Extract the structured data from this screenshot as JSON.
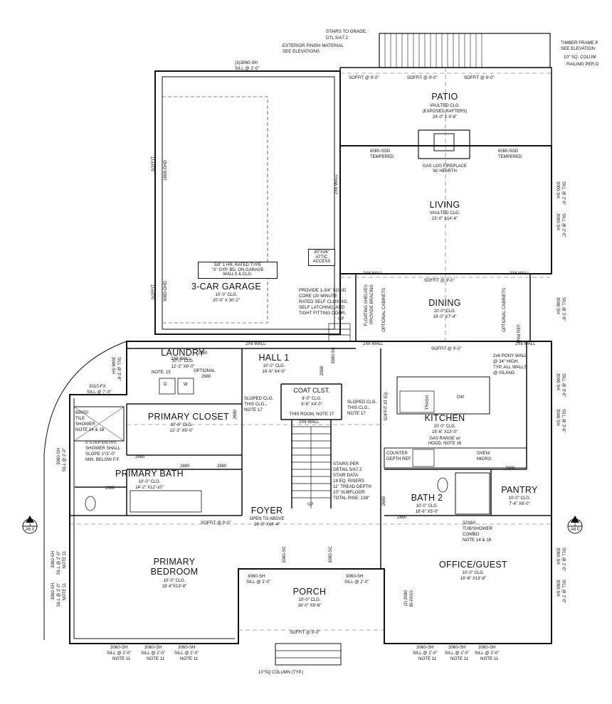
{
  "top_notes": {
    "stairs_to_grade": "STAIRS TO GRADE,",
    "stairs_dtl": "DTL 5/A7.2",
    "exterior_finish": "EXTERIOR FINISH MATERIAL",
    "see_elevations": "SEE ELEVATIONS",
    "timber_frame": "TIMBER FRAME P",
    "see_elevation": "SEE ELEVATION",
    "sq_column": "10\" SQ. COLUM",
    "railing": "RAILING PER D",
    "window_top": "(3)3060-SH",
    "sill_top": "SILL @ 2'-0\""
  },
  "rooms": {
    "patio": {
      "name": "PATIO",
      "d1": "VAULTED CLG.",
      "d2": "(EXPOSED RAFTERS)",
      "d3": "24'-0\" X 9'-8\""
    },
    "living": {
      "name": "LIVING",
      "d1": "VAULTED CLG.",
      "d2": "23'-0\" X14'-4\""
    },
    "garage": {
      "name": "3-CAR GARAGE",
      "d1": "10'-0\" CLG.",
      "d2": "20'-0\" X 30'-2\""
    },
    "dining": {
      "name": "DINING",
      "d1": "10'-0\" CLG.",
      "d2": "19'-0\" X7'-4\""
    },
    "laundry": {
      "name": "LAUNDRY",
      "d1": "10'-0\" CLG.",
      "d2": "12'-3\" X8'-0\""
    },
    "hall1": {
      "name": "HALL 1",
      "d1": "10'-0\" CLG.",
      "d2": "16'-6\" X4'-0\""
    },
    "coat": {
      "name": "COAT CLST.",
      "d1": "8'-0\" CLG.",
      "d2": "6'-8\" X4'-0\"",
      "d3": "THIS ROOM, NOTE 17"
    },
    "kitchen": {
      "name": "KITCHEN",
      "d1": "10'-0\" CLG.",
      "d2": "18'-6\" X13'-0\""
    },
    "primary_closet": {
      "name": "PRIMARY CLOSET",
      "d1": "10'-0\" CLG.",
      "d2": "12'-3\" X6'-0\""
    },
    "primary_bath": {
      "name": "PRIMARY BATH",
      "d1": "10'-0\" CLG.",
      "d2": "14'-2\" X12'-10\""
    },
    "pantry": {
      "name": "PANTRY",
      "d1": "10'-0\" CLG.",
      "d2": "7'-4\" X6'-0\""
    },
    "bath2": {
      "name": "BATH 2",
      "d1": "10'-0\" CLG.",
      "d2": "18'-6\" X5'-0\""
    },
    "foyer": {
      "name": "FOYER",
      "d1": "OPEN TO ABOVE",
      "d2": "16'-0\" X16'-4\""
    },
    "primary_bedroom": {
      "name1": "PRIMARY",
      "name2": "BEDROOM",
      "d1": "10'-0\" CLG.",
      "d2": "18'-6\"X13'-8\""
    },
    "office": {
      "name": "OFFICE/GUEST",
      "d1": "10'-0\" CLG.",
      "d2": "18'-6\" X13'-8\""
    },
    "porch": {
      "name": "PORCH",
      "d1": "10'-0\" CLG.",
      "d2": "16'-0\" X8'-6\""
    }
  },
  "notes": {
    "soffit": "SOFFIT",
    "soffit9": "SOFFIT @ 9'-0\"",
    "door_6080a": "6080-SGD",
    "tempered": "TEMPERED",
    "door_6080b": "6080-SGD",
    "tempered2": "TEMPERED",
    "fireplace1": "GAS LOG FIREPLACE",
    "fireplace2": "W/ HEARTH",
    "gyp1": "5/8\" 1 HR. RATED TYPE",
    "gyp2": "\"X\" GYP. BD. ON GARAGE",
    "gyp3": "WALLS & CLG.",
    "attic1": "30\"X36\"",
    "attic2": "ATTIC",
    "attic3": "ACCESS",
    "ohd1": "1608-OHD",
    "ohd2": "9080-OHD",
    "wall2x6": "2X6 WALL",
    "provide1": "PROVIDE 1-3/4\" SOLID",
    "provide2": "CORE (20 MINUTE",
    "provide3": "RATED SELF CLOSING,",
    "provide4": "SELF LATCHING, AND",
    "provide5": "TIGHT FITTING DOOR.",
    "up": "UP",
    "floating1": "FLOATING SHELVES",
    "floating2": "PROVIDE BRACING",
    "optional_cab": "OPTIONAL CABINETS",
    "pony1": "2x6 PONY WALL",
    "pony2": "@ 34\" HIGH,",
    "pony3": "TYP. ALL WALLS",
    "pony4": "@ ISLAND",
    "gas_range1": "GAS RANGE w/",
    "gas_range2": "HOOD, NOTE 16",
    "counter_depth1": "COUNTER",
    "counter_depth2": "DEPTH REF.",
    "oven1": "OVEN/",
    "oven2": "MICRO",
    "trash": "TRASH",
    "dw": "DW",
    "sloped1": "SLOPED CLG.",
    "sloped2": "THIS CLG.,",
    "sloped3": "NOTE 17",
    "stairs1": "STAIRS PER",
    "stairs2": "DETAIL 5/A7.2",
    "stairs3": "STAIR DATA:",
    "stairs4": "18 EQ. RISERS",
    "stairs5": "11\" TREAD DEPTH",
    "stairs6": "10\" SUBFLOOR",
    "stairs7": "TOTAL RISE: 138\"",
    "shower1": "69X50",
    "shower2": "TILE",
    "shower3": "SHOWER",
    "shower4": "NOTE 14 & 18",
    "step1": "0 STEP ENTRY,",
    "step2": "SHOWER SHALL",
    "step3": "SLOPE 1\"/1'-0\"",
    "step4": "MIN. BELOW F.F.",
    "tub1": "32X60",
    "tub2": "TUB/SHOWER",
    "tub3": "COMBO",
    "tub4": "NOTE 14 & 18",
    "note15": "NOTE: 15",
    "optional": "OPTIONAL",
    "d2880": "2880",
    "d2680": "2680",
    "d3080sc": "3080-SC",
    "d2068": "2068",
    "soffit_eq": "SOFFIT AT EQ.",
    "up_lbl": "UP",
    "fx1": "3010-FX",
    "fx2": "SILL @ 7'-0\"",
    "sh3046": "3046-SH",
    "sill36": "SILL @ 3'-6\"",
    "sh3060": "3060-SH",
    "sill20": "SILL @ 2'-0\"",
    "note11": "NOTE 11",
    "bypass1": "(2) 2080",
    "bypass2": "BI-PASS",
    "mini_ref": "MINI REF.",
    "porch_col": "10\"SQ COLUMN (TYP.)",
    "section_a": "1",
    "section_b": "A6.0",
    "d": "D",
    "w": "W"
  }
}
